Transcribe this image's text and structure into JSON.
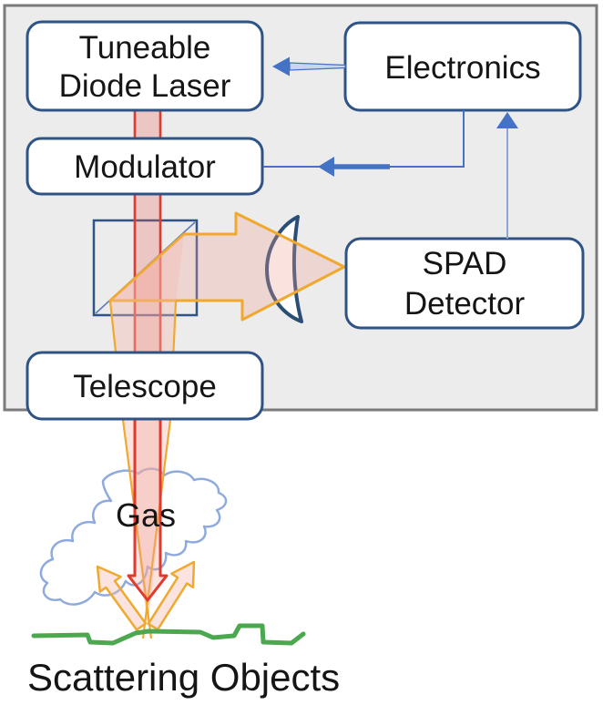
{
  "diagram": {
    "nodes": {
      "tdl": {
        "lines": [
          "Tuneable",
          "Diode Laser"
        ]
      },
      "electronics": {
        "label": "Electronics"
      },
      "modulator": {
        "label": "Modulator"
      },
      "spad": {
        "lines": [
          "SPAD",
          "Detector"
        ]
      },
      "telescope": {
        "label": "Telescope"
      }
    },
    "annotations": {
      "gas": "Gas",
      "scattering_objects": "Scattering Objects"
    },
    "colors": {
      "box_border": "#2E5384",
      "box_fill": "#FFFFFF",
      "connector_blue": "#4472C4",
      "connector_light_blue": "#8AA7DA",
      "connector_shaft_fill": "#C7D5EE",
      "beam_red": "#E03A2E",
      "beam_fill": "rgba(235,100,90,0.28)",
      "scatter_orange": "#EFA92F",
      "scatter_fill": "rgba(240,160,150,0.30)",
      "scatter_fill_light": "rgba(245,185,175,0.40)",
      "cloud_blue": "#8FAADC",
      "cloud_fill": "#FFFFFF",
      "ground_green": "#4BA84F",
      "lens_stroke": "#2A4E74",
      "splitter_stroke": "#2E5384",
      "splitter_diagonal": "#5B7BB4",
      "enclosure_fill": "#ECECEC",
      "enclosure_border": "#7B7B7B"
    }
  }
}
